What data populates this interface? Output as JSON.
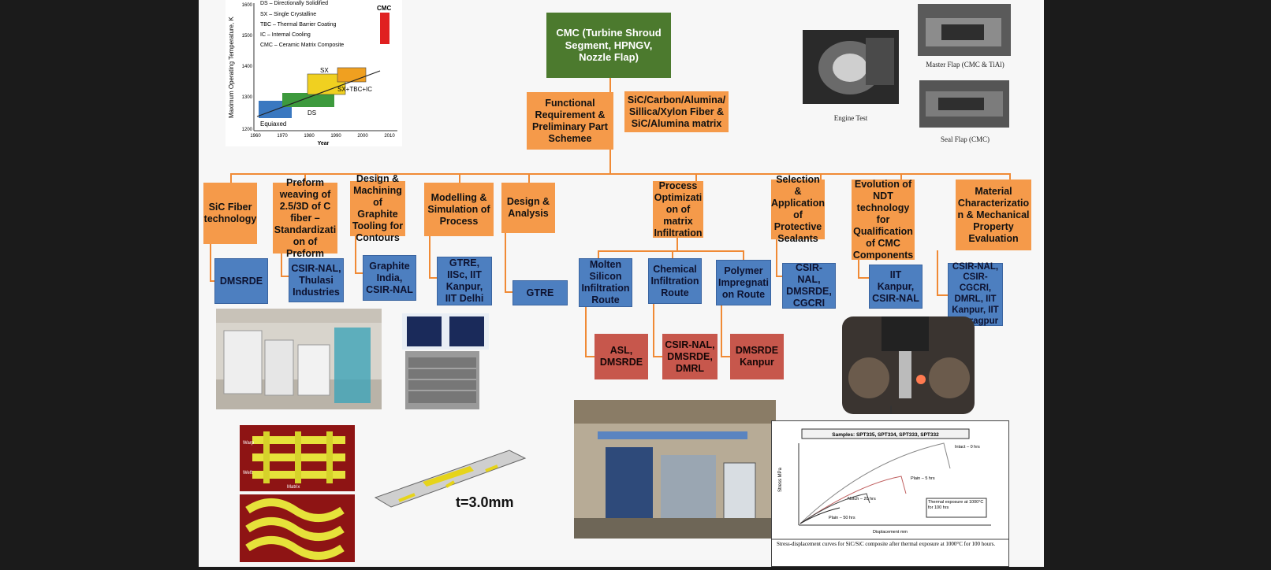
{
  "top_chart": {
    "legend": [
      "DS – Directionally Solidified",
      "SX – Single Crystalline",
      "TBC – Thermal Barrier Coating",
      "IC – Internal Cooling",
      "CMC – Ceramic Matrix Composite"
    ],
    "ylabel": "Maximum Operating Temperature, K",
    "xlabel": "Year",
    "yticks": [
      "1200",
      "1300",
      "1400",
      "1500",
      "1600"
    ],
    "xticks": [
      "1960",
      "1970",
      "1980",
      "1990",
      "2000",
      "2010"
    ],
    "labels": {
      "equiaxed": "Equiaxed",
      "ds": "DS",
      "sx": "SX",
      "sxtbc": "SX+TBC+IC",
      "cmc": "CMC"
    }
  },
  "root": "CMC (Turbine Shroud Segment, HPNGV, Nozzle Flap)",
  "functional": "Functional Requirement & Preliminary Part Schemee",
  "fibers": "SiC/Carbon/Alumina/ Sillica/Xylon Fiber & SiC/Alumina matrix",
  "photo_captions": {
    "engine": "Engine Test",
    "master": "Master Flap (CMC & TiAl)",
    "seal": "Seal Flap (CMC)"
  },
  "branches": [
    {
      "label": "SiC Fiber technology",
      "partner": "DMSRDE"
    },
    {
      "label": "Preform weaving of 2.5/3D of C fiber – Standardizati on of Preform",
      "partner": "CSIR-NAL, Thulasi Industries"
    },
    {
      "label": "Design & Machining of Graphite Tooling for Contours",
      "partner": "Graphite India, CSIR-NAL"
    },
    {
      "label": "Modelling & Simulation of Process",
      "partner": "GTRE, IISc, IIT Kanpur, IIT Delhi"
    },
    {
      "label": "Design & Analysis",
      "partner": "GTRE"
    },
    {
      "label": "Process Optimizati on of matrix Infiltration",
      "partner": ""
    },
    {
      "label": "Selection & Application of Protective Sealants",
      "partner": "CSIR-NAL, DMSRDE, CGCRI"
    },
    {
      "label": "Evolution of NDT technology for Qualification of CMC Components",
      "partner": "IIT Kanpur, CSIR-NAL"
    },
    {
      "label": "Material Characterizatio n & Mechanical Property Evaluation",
      "partner": "CSIR-NAL, CSIR-CGCRI, DMRL, IIT Kanpur, IIT Kharagpur"
    }
  ],
  "routes": [
    {
      "label": "Molten Silicon Infiltration Route",
      "partner": "ASL, DMSRDE"
    },
    {
      "label": "Chemical Infiltration Route",
      "partner": "CSIR-NAL, DMSRDE, DMRL"
    },
    {
      "label": "Polymer Impregnati on Route",
      "partner": "DMSRDE Kanpur"
    }
  ],
  "thickness_label": "t=3.0mm",
  "stress_chart": {
    "title": "Samples: SPT335, SPT334, SPT333, SPT332",
    "ylabel": "Stress MPa",
    "xlabel": "Displacement mm",
    "curve_labels": [
      "Intact – 0 hrs",
      "Plain – 5 hrs",
      "Notch – 20 hrs",
      "Plain – 50 hrs"
    ],
    "note": "Thermal exposure at 1000°C for 100 hrs",
    "caption": "Stress-displacement curves for SiC/SiC composite after thermal exposure at 1000°C for 100 hours."
  },
  "weave_labels": {
    "warp": "Warp",
    "weft": "Weft",
    "matrix": "Matrix"
  },
  "colors": {
    "orange": "#f59a4a",
    "blue": "#4d7fc0",
    "red": "#c7574c",
    "green": "#4c7a2e"
  }
}
